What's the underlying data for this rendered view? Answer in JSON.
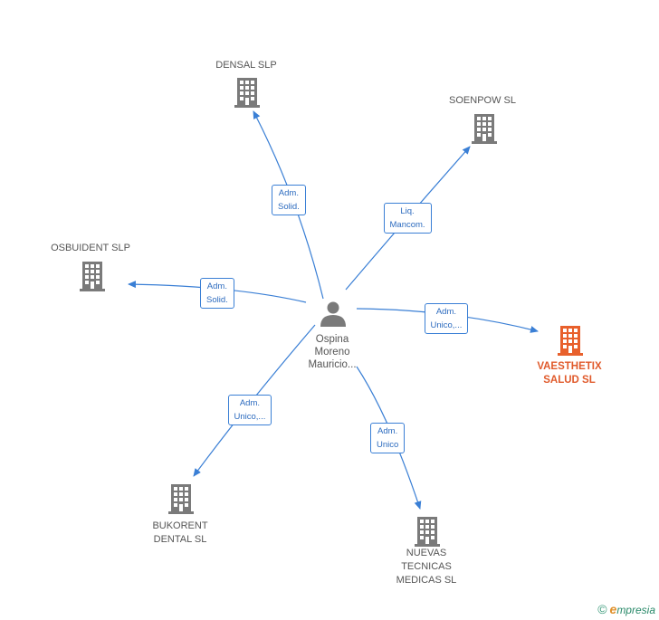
{
  "center": {
    "name": "Ospina\nMoreno\nMauricio..."
  },
  "nodes": [
    {
      "id": "densal",
      "name": "DENSAL SLP",
      "highlight": false
    },
    {
      "id": "soenpow",
      "name": "SOENPOW SL",
      "highlight": false
    },
    {
      "id": "osbuident",
      "name": "OSBUIDENT SLP",
      "highlight": false
    },
    {
      "id": "vaesthetix",
      "name": "VAESTHETIX\nSALUD  SL",
      "highlight": true
    },
    {
      "id": "bukorent",
      "name": "BUKORENT\nDENTAL SL",
      "highlight": false
    },
    {
      "id": "nuevas",
      "name": "NUEVAS\nTECNICAS\nMEDICAS  SL",
      "highlight": false
    }
  ],
  "edges": [
    {
      "to": "densal",
      "label": "Adm.\nSolid."
    },
    {
      "to": "soenpow",
      "label": "Liq.\nMancom."
    },
    {
      "to": "osbuident",
      "label": "Adm.\nSolid."
    },
    {
      "to": "vaesthetix",
      "label": "Adm.\nUnico,..."
    },
    {
      "to": "bukorent",
      "label": "Adm.\nUnico,..."
    },
    {
      "to": "nuevas",
      "label": "Adm.\nUnico"
    }
  ],
  "colors": {
    "edge": "#3a7fd5",
    "building": "#7a7a7a",
    "building_highlight": "#e8602c",
    "person": "#7a7a7a"
  },
  "footer": {
    "copyright": "©",
    "brand_initial": "e",
    "brand_rest": "mpresia"
  }
}
